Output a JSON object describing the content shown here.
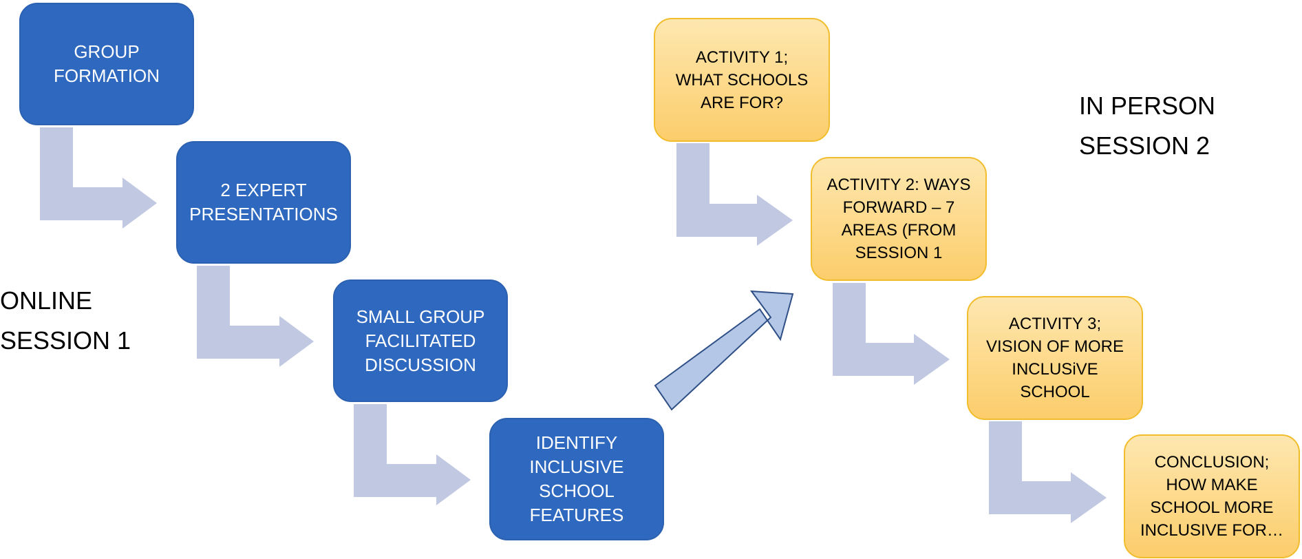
{
  "diagram": {
    "online_session_label": "ONLINE\nSESSION 1",
    "in_person_session_label": "IN PERSON\nSESSION 2",
    "online_steps": [
      "GROUP\nFORMATION",
      "2 EXPERT\nPRESENTATIONS",
      "SMALL GROUP\nFACILITATED\nDISCUSSION",
      "IDENTIFY\nINCLUSIVE\nSCHOOL\nFEATURES"
    ],
    "in_person_steps": [
      "ACTIVITY 1;\nWHAT SCHOOLS\nARE FOR?",
      "ACTIVITY 2: WAYS\nFORWARD – 7\nAREAS (FROM\nSESSION 1",
      "ACTIVITY 3;\nVISION OF MORE\nINCLUSiVE\nSCHOOL",
      "CONCLUSION;\nHOW MAKE\nSCHOOL MORE\nINCLUSIVE FOR…"
    ]
  },
  "colors": {
    "online_box_fill": "#2f69bf",
    "in_person_box_fill": "#fdd98a",
    "in_person_box_border": "#f2bd2c",
    "bent_arrow_fill": "#c0c8e2",
    "transition_arrow_fill": "#b4c7e7",
    "transition_arrow_stroke": "#2e4f86"
  }
}
